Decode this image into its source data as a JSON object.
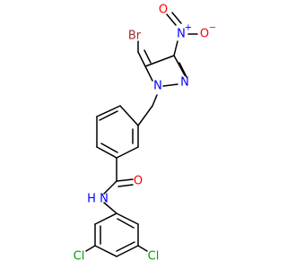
{
  "colors": {
    "background": "#ffffff",
    "bond": "#000000",
    "bromine": "#a52a2a",
    "nitrogen": "#0000ff",
    "oxygen": "#ff0000",
    "chlorine": "#00a000"
  },
  "atoms": {
    "br": {
      "text": "Br",
      "color": "#a52a2a"
    },
    "n_nitro": {
      "text": "N",
      "color": "#0000ff",
      "charge": "+"
    },
    "o_nitro_single": {
      "text": "O",
      "color": "#ff0000",
      "charge": "−"
    },
    "o_nitro_double": {
      "text": "O",
      "color": "#ff0000"
    },
    "n_pyrazole_2": {
      "text": "N",
      "color": "#0000ff"
    },
    "n_pyrazole_1": {
      "text": "N",
      "color": "#0000ff"
    },
    "o_amide": {
      "text": "O",
      "color": "#ff0000"
    },
    "n_amide": {
      "text": "N",
      "color": "#0000ff"
    },
    "h_amide": {
      "text": "H",
      "color": "#0000ff"
    },
    "cl_left": {
      "text": "Cl",
      "color": "#00a000"
    },
    "cl_right": {
      "text": "Cl",
      "color": "#00a000"
    }
  }
}
